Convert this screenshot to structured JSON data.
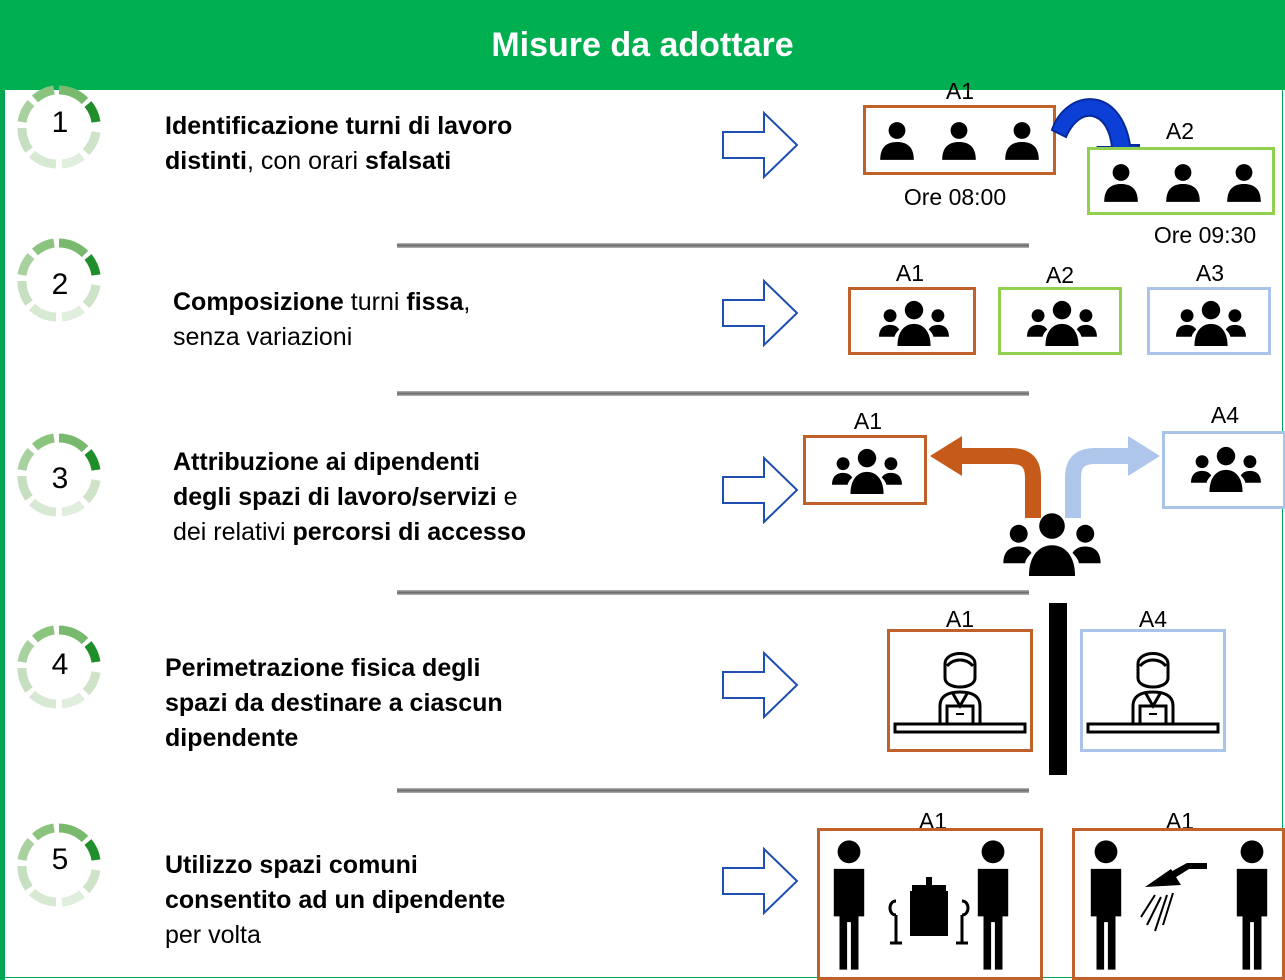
{
  "header": {
    "title": "Misure da adottare"
  },
  "steps": [
    {
      "num": "1",
      "desc": [
        [
          {
            "t": "Identificazione  turni di lavoro",
            "b": true
          }
        ],
        [
          {
            "t": "distinti",
            "b": true
          },
          {
            "t": ", con orari ",
            "b": false
          },
          {
            "t": "sfalsati",
            "b": true
          }
        ]
      ],
      "labels": [
        "A1",
        "A2"
      ],
      "times": [
        "Ore 08:00",
        "Ore 09:30"
      ]
    },
    {
      "num": "2",
      "desc": [
        [
          {
            "t": "Composizione",
            "b": true
          },
          {
            "t": " turni ",
            "b": false
          },
          {
            "t": "fissa",
            "b": true
          },
          {
            "t": ",",
            "b": false
          }
        ],
        [
          {
            "t": "senza variazioni",
            "b": false
          }
        ]
      ],
      "labels": [
        "A1",
        "A2",
        "A3"
      ]
    },
    {
      "num": "3",
      "desc": [
        [
          {
            "t": "Attribuzione ai dipendenti",
            "b": true
          }
        ],
        [
          {
            "t": "degli spazi di lavoro/servizi",
            "b": true
          },
          {
            "t": " e",
            "b": false
          }
        ],
        [
          {
            "t": "dei relativi ",
            "b": false
          },
          {
            "t": "percorsi di accesso",
            "b": true
          }
        ]
      ],
      "labels": [
        "A1",
        "A4"
      ]
    },
    {
      "num": "4",
      "desc": [
        [
          {
            "t": "Perimetrazione fisica degli",
            "b": true
          }
        ],
        [
          {
            "t": "spazi da destinare a ciascun",
            "b": true
          }
        ],
        [
          {
            "t": "dipendente",
            "b": true
          }
        ]
      ],
      "labels": [
        "A1",
        "A4"
      ]
    },
    {
      "num": "5",
      "desc": [
        [
          {
            "t": "Utilizzo spazi comuni",
            "b": true
          }
        ],
        [
          {
            "t": "consentito ad un dipendente",
            "b": true
          }
        ],
        [
          {
            "t": "per volta",
            "b": false
          }
        ]
      ],
      "labels": [
        "A1",
        "A1"
      ]
    }
  ],
  "colors": {
    "header": "#00b050",
    "brown": "#c0602a",
    "green": "#92d050",
    "lightblue": "#a9c4e8",
    "blue_arrow": "#0b3fd6"
  },
  "icons": [
    "progress-ring-icon",
    "hollow-right-arrow-icon",
    "person-icon",
    "group-icon",
    "worker-at-desk-icon",
    "dining-table-icon",
    "shower-icon",
    "curved-arrow-icon"
  ]
}
